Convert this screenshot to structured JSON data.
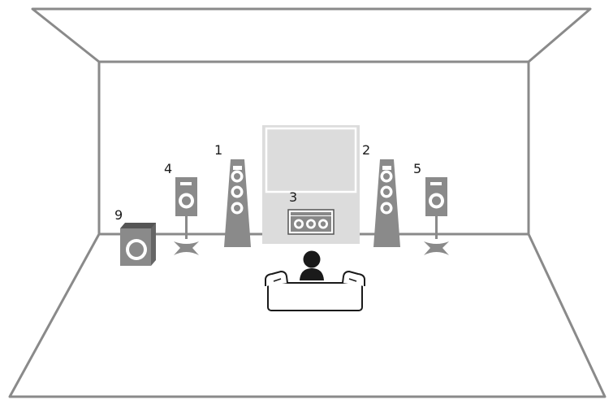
{
  "labels": {
    "front_left": "1",
    "front_right": "2",
    "center": "3",
    "surround_left": "4",
    "surround_right": "5",
    "subwoofer": "9"
  }
}
